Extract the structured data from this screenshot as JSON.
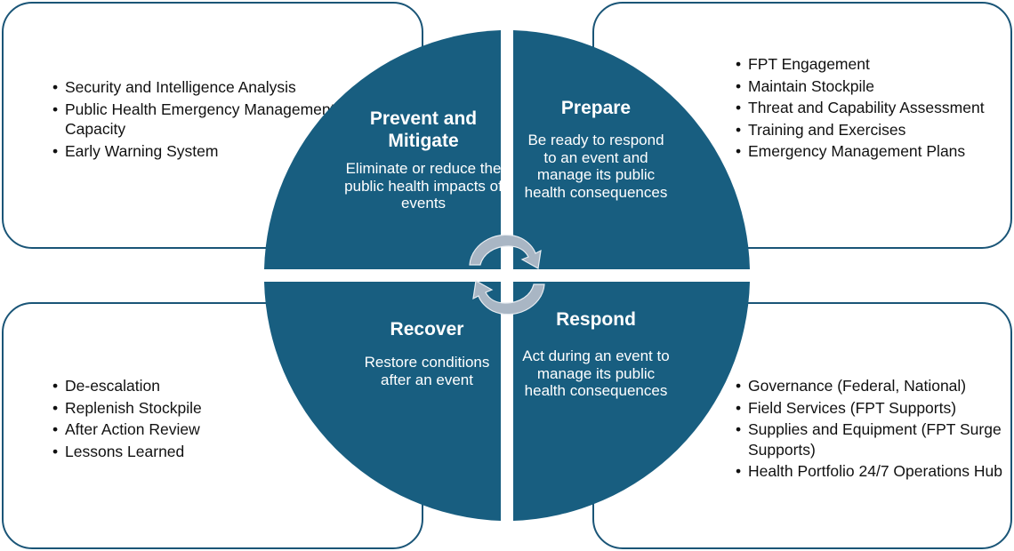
{
  "colors": {
    "quadrant_fill": "#185e80",
    "box_border": "#1a5577",
    "arrow_fill": "#a9b6c4",
    "text_dark": "#111111",
    "text_light": "#ffffff"
  },
  "quadrants": {
    "prevent": {
      "title": "Prevent and Mitigate",
      "description": "Eliminate or reduce the public health impacts of events"
    },
    "prepare": {
      "title": "Prepare",
      "description": "Be ready to respond to an event and manage its public health consequences"
    },
    "recover": {
      "title": "Recover",
      "description": "Restore conditions after an event"
    },
    "respond": {
      "title": "Respond",
      "description": "Act during an event to manage its public health consequences"
    }
  },
  "boxes": {
    "prevent_items": [
      "Security and Intelligence Analysis",
      "Public Health Emergency Management Capacity",
      "Early Warning System"
    ],
    "prepare_items": [
      "FPT Engagement",
      "Maintain Stockpile",
      "Threat and Capability Assessment",
      "Training and Exercises",
      "Emergency Management Plans"
    ],
    "recover_items": [
      "De-escalation",
      "Replenish Stockpile",
      "After Action Review",
      "Lessons Learned"
    ],
    "respond_items": [
      "Governance (Federal, National)",
      "Field Services (FPT Supports)",
      "Supplies and Equipment (FPT Surge Supports)",
      "Health Portfolio 24/7 Operations Hub"
    ]
  },
  "icons": {
    "cycle_arrows": "circular-arrows-icon"
  }
}
